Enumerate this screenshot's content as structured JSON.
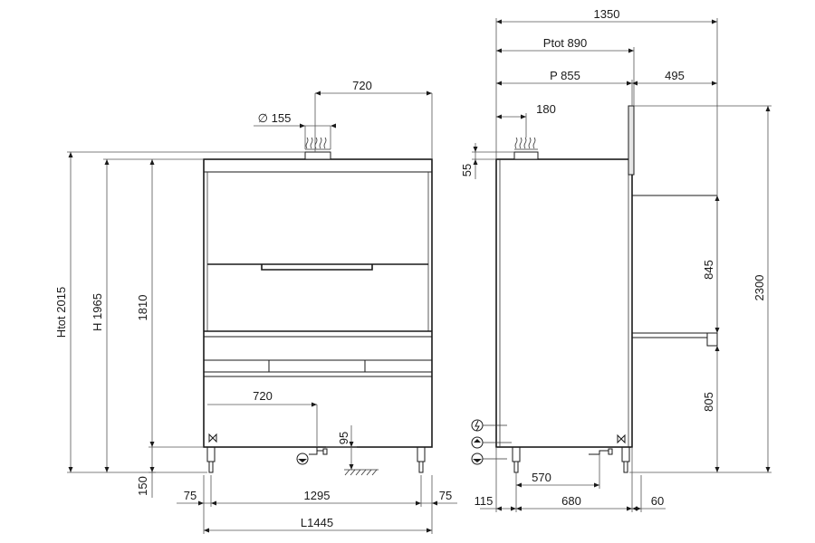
{
  "front_view": {
    "top_width": "720",
    "duct_diameter": "∅ 155",
    "htot": "Htot 2015",
    "h": "H 1965",
    "height_body": "1810",
    "leg_height": "150",
    "drain_width": "720",
    "drain_height": "95",
    "side_left": "75",
    "inner_width": "1295",
    "side_right": "75",
    "total_length": "L1445"
  },
  "side_view": {
    "total_depth": "1350",
    "ptot": "Ptot 890",
    "p": "P 855",
    "extension": "495",
    "duct_offset": "180",
    "duct_height": "55",
    "upper_height": "845",
    "total_height": "2300",
    "lower_height": "805",
    "drain_offset": "570",
    "left_offset": "115",
    "bottom_depth": "680",
    "right_offset": "60"
  }
}
